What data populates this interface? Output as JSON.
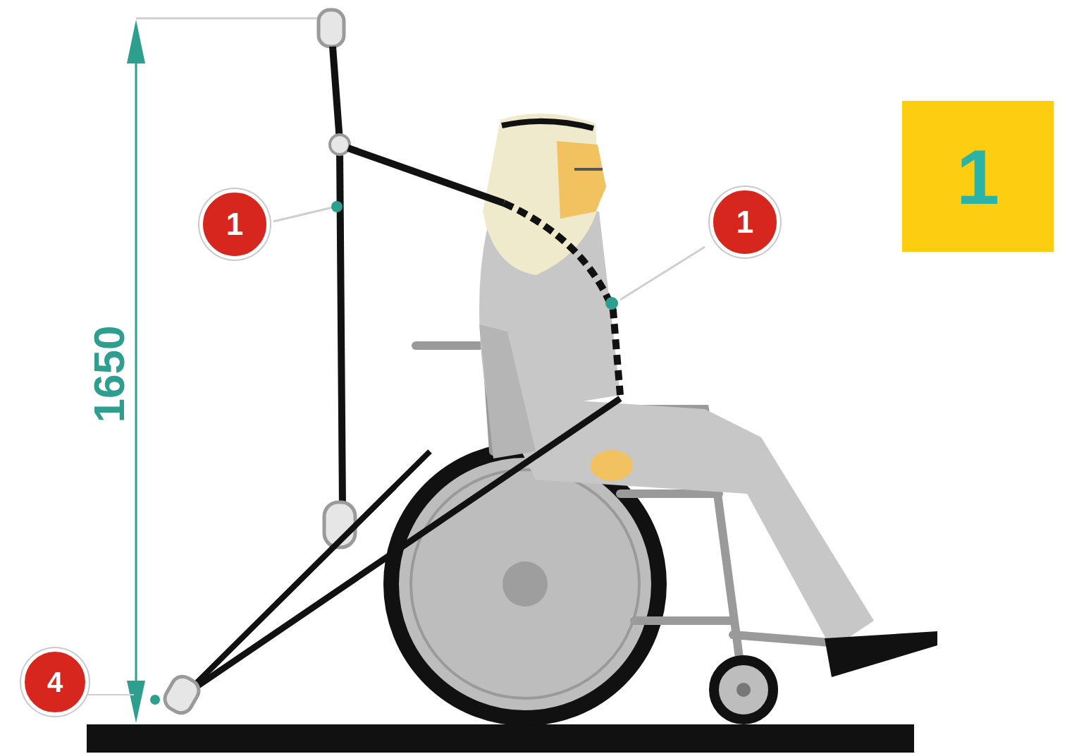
{
  "diagram": {
    "nodes": [
      {
        "text": [
          "1"
        ]
      },
      {
        "text": [
          "1"
        ]
      },
      {
        "text": [
          "1"
        ]
      },
      {
        "text": [
          "4"
        ]
      }
    ],
    "labels": [
      "1650"
    ]
  }
}
